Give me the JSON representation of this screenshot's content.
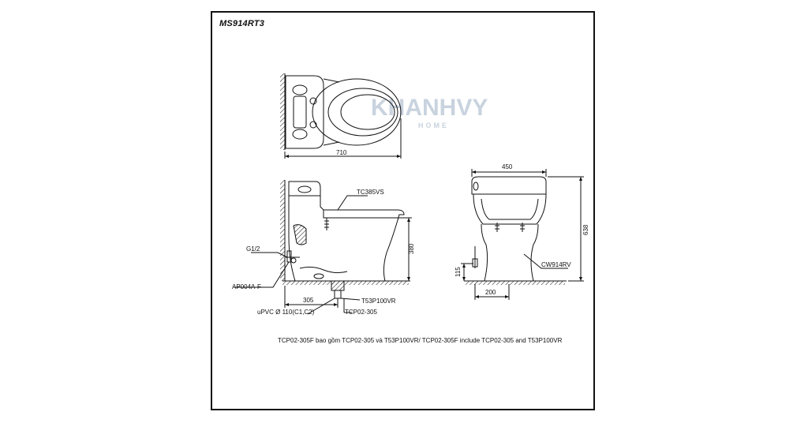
{
  "model": "MS914RT3",
  "watermark": {
    "brand": "KHANHVY",
    "sub": "HOME"
  },
  "dimensions": {
    "top_length": "710",
    "width": "450",
    "height": "638",
    "seat_height": "380",
    "rough_in": "305",
    "supply_height": "115",
    "base_width": "200"
  },
  "callouts": {
    "seat": "TC385VS",
    "supply": "G1/2",
    "valve": "AP004A-F",
    "pipe": "uPVC Ø 110(C1,C2)",
    "trap": "T53P100VR",
    "flange": "TCP02-305",
    "body": "CW914RV"
  },
  "caption": "TCP02-305F bao gồm TCP02-305 và T53P100VR/ TCP02-305F include TCP02-305 and T53P100VR"
}
